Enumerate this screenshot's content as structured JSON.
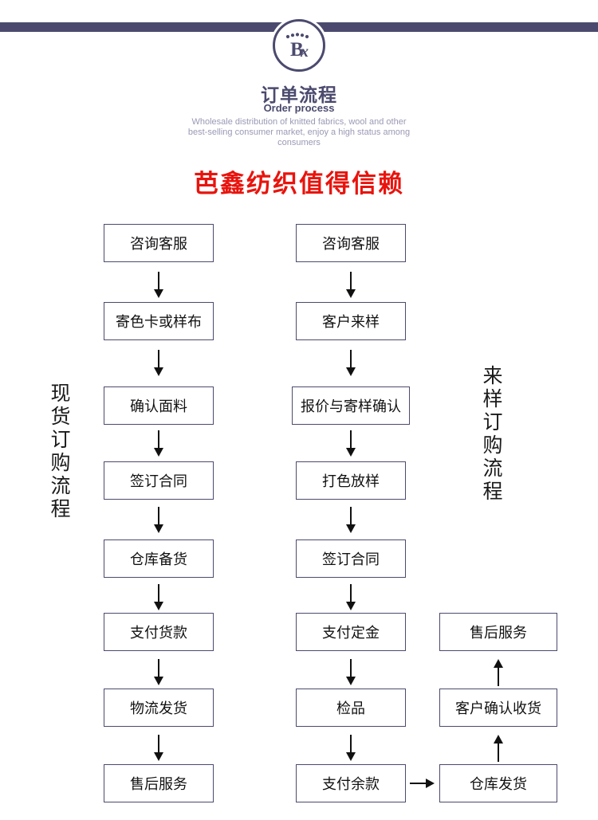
{
  "header": {
    "logo_text": "BX",
    "title": "订单流程",
    "subtitle": "Order process",
    "description": "Wholesale distribution of knitted fabrics, wool and other best-selling consumer market, enjoy a high status among consumers",
    "bar_color": "#4b4a6e"
  },
  "main_title": {
    "text": "芭鑫纺织值得信赖",
    "color": "#e8140d"
  },
  "side_labels": {
    "left": "现货订购流程",
    "right": "来样订购流程"
  },
  "columns": {
    "left": [
      "咨询客服",
      "寄色卡或样布",
      "确认面料",
      "签订合同",
      "仓库备货",
      "支付货款",
      "物流发货",
      "售后服务"
    ],
    "middle": [
      "咨询客服",
      "客户来样",
      "报价与寄样确认",
      "打色放样",
      "签订合同",
      "支付定金",
      "检品",
      "支付余款"
    ],
    "right": [
      "售后服务",
      "客户确认收货",
      "仓库发货"
    ]
  }
}
